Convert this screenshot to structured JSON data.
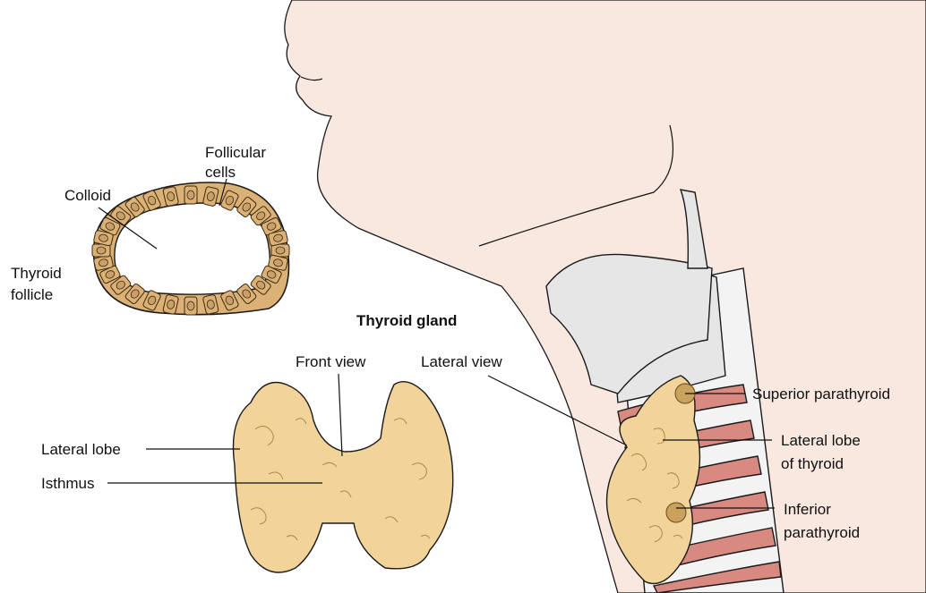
{
  "colors": {
    "skin": "#f8e8e0",
    "gland": "#f2d49b",
    "gland_shadow": "#e0b46a",
    "cartilage": "#e6e6e6",
    "ring": "#d98a80",
    "parathyroid": "#c9a25e",
    "follicle_cell": "#dcb175",
    "nucleus": "#caa06a"
  },
  "follicle": {
    "colloid_label": "Colloid",
    "cells_label": [
      "Follicular",
      "cells"
    ],
    "title_label": [
      "Thyroid",
      "follicle"
    ]
  },
  "gland": {
    "title": "Thyroid gland",
    "front_view_label": "Front view",
    "lateral_view_label": "Lateral view",
    "lateral_lobe_label": "Lateral lobe",
    "isthmus_label": "Isthmus"
  },
  "lateral": {
    "superior_label": "Superior parathyroid",
    "lateral_lobe_label": [
      "Lateral lobe",
      "of thyroid"
    ],
    "inferior_label": [
      "Inferior",
      "parathyroid"
    ]
  }
}
